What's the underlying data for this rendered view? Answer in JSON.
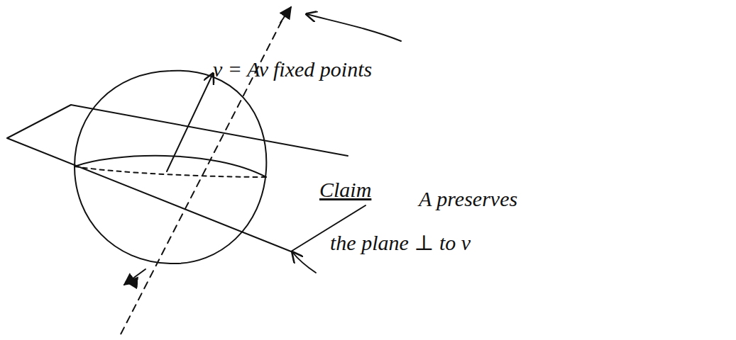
{
  "diagram": {
    "labels": [
      "v = Av",
      "fixed points",
      "Claim",
      "A preserves the plane ⊥ to v"
    ]
  }
}
